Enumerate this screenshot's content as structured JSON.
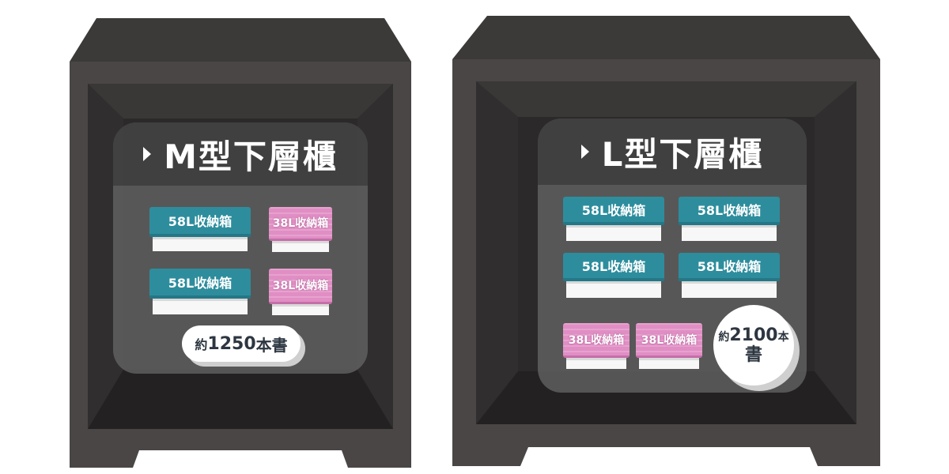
{
  "colors": {
    "cabinet": "#4a4646",
    "cabinet_inner": "#2b2929",
    "teal_box": "#2d8d9d",
    "pink_box": "#e08ec4",
    "panel": "#6b6b6b"
  },
  "cabinets": [
    {
      "title": "M型下層櫃",
      "boxes": [
        {
          "label": "58L收納箱",
          "type": "teal"
        },
        {
          "label": "38L收納箱",
          "type": "pink"
        },
        {
          "label": "58L收納箱",
          "type": "teal"
        },
        {
          "label": "38L收納箱",
          "type": "pink"
        }
      ],
      "capacity": {
        "prefix": "約",
        "number": "1250",
        "suffix": "本書"
      }
    },
    {
      "title": "L型下層櫃",
      "boxes": [
        {
          "label": "58L收納箱",
          "type": "teal"
        },
        {
          "label": "58L收納箱",
          "type": "teal"
        },
        {
          "label": "58L收納箱",
          "type": "teal"
        },
        {
          "label": "58L收納箱",
          "type": "teal"
        },
        {
          "label": "38L收納箱",
          "type": "pink"
        },
        {
          "label": "38L收納箱",
          "type": "pink"
        }
      ],
      "capacity": {
        "prefix": "約",
        "number": "2100",
        "suffix_1": "本",
        "suffix_2": "書"
      }
    }
  ]
}
